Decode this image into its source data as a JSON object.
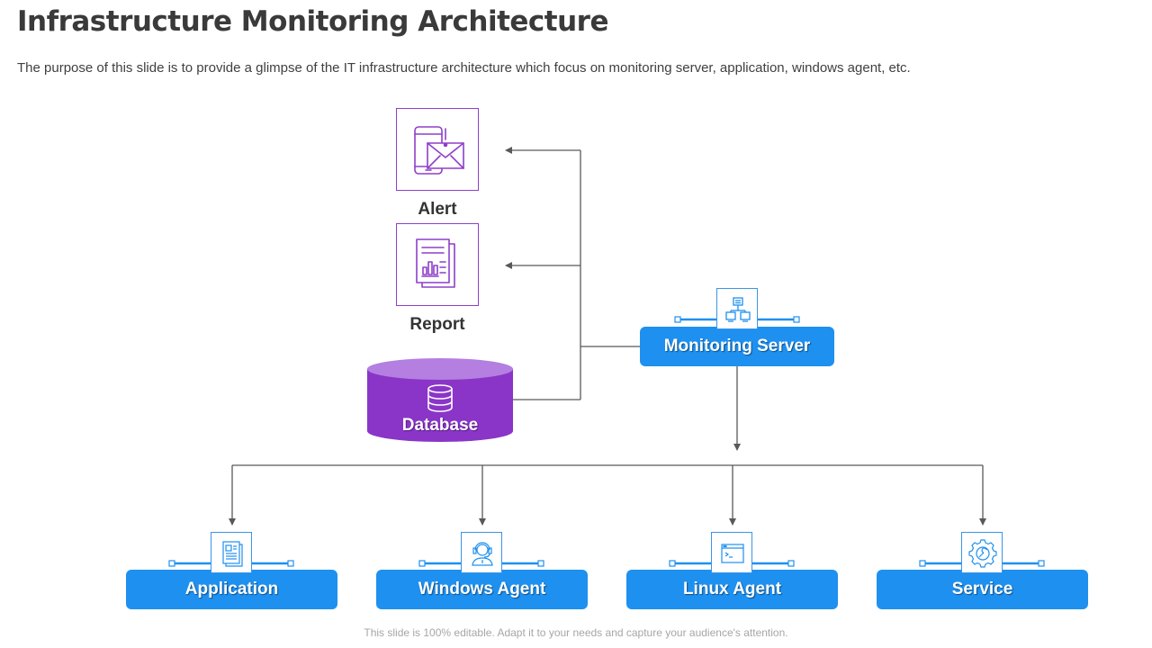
{
  "header": {
    "title": "Infrastructure Monitoring Architecture",
    "subtitle": "The purpose of this slide is to provide a glimpse of the IT infrastructure  architecture which focus on monitoring server, application, windows agent, etc."
  },
  "nodes": {
    "alert": {
      "label": "Alert",
      "icon": "phone-mail-alert-icon"
    },
    "report": {
      "label": "Report",
      "icon": "document-chart-icon"
    },
    "database": {
      "label": "Database",
      "icon": "database-icon"
    },
    "monitoring_server": {
      "label": "Monitoring Server",
      "icon": "network-server-icon"
    },
    "agents": [
      {
        "label": "Application",
        "icon": "document-icon"
      },
      {
        "label": "Windows Agent",
        "icon": "headset-agent-icon"
      },
      {
        "label": "Linux Agent",
        "icon": "terminal-window-icon"
      },
      {
        "label": "Service",
        "icon": "gear-wrench-icon"
      }
    ]
  },
  "colors": {
    "purple": "#8e3fc9",
    "blue": "#1e90f0",
    "connector": "#595959"
  },
  "footer": {
    "text": "This slide is 100% editable. Adapt it to your needs and capture your audience's attention."
  }
}
